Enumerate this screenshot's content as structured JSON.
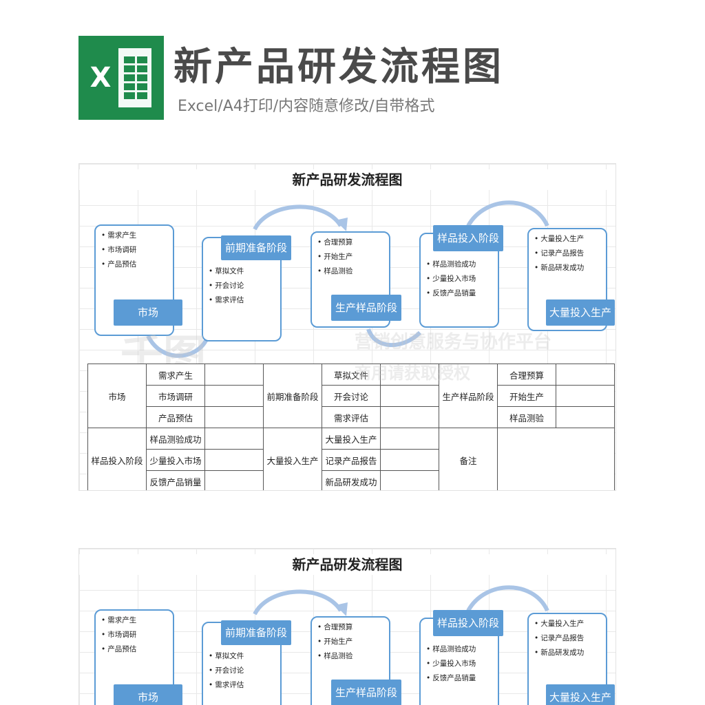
{
  "header": {
    "title": "新产品研发流程图",
    "subtitle": "Excel/A4打印/内容随意修改/自带格式",
    "logo_letter": "X"
  },
  "sheet": {
    "title": "新产品研发流程图",
    "stages": [
      {
        "tag": "市场",
        "items": [
          "需求产生",
          "市场调研",
          "产品预估"
        ]
      },
      {
        "tag": "前期准备阶段",
        "items": [
          "草拟文件",
          "开会讨论",
          "需求评估"
        ]
      },
      {
        "tag": "生产样品阶段",
        "items": [
          "合理预算",
          "开始生产",
          "样品测验"
        ]
      },
      {
        "tag": "样品投入阶段",
        "items": [
          "样品测验成功",
          "少量投入市场",
          "反馈产品销量"
        ]
      },
      {
        "tag": "大量投入生产",
        "items": [
          "大量投入生产",
          "记录产品报告",
          "新品研发成功"
        ]
      }
    ],
    "table": {
      "row1": {
        "stage": "市场",
        "items": [
          "需求产生",
          "市场调研",
          "产品预估"
        ]
      },
      "row2": {
        "stage": "前期准备阶段",
        "items": [
          "草拟文件",
          "开会讨论",
          "需求评估"
        ]
      },
      "row3": {
        "stage": "生产样品阶段",
        "items": [
          "合理预算",
          "开始生产",
          "样品测验"
        ]
      },
      "row4": {
        "stage": "样品投入阶段",
        "items": [
          "样品测验成功",
          "少量投入市场",
          "反馈产品销量"
        ]
      },
      "row5": {
        "stage": "大量投入生产",
        "items": [
          "大量投入生产",
          "记录产品报告",
          "新品研发成功"
        ]
      },
      "remark": "备注"
    }
  },
  "watermark": {
    "brand": "千图",
    "line1": "营销创意服务与协作平台",
    "line2": "商用请获取授权"
  },
  "colors": {
    "accent": "#5b9bd5",
    "excel_green": "#1f8b4c"
  }
}
